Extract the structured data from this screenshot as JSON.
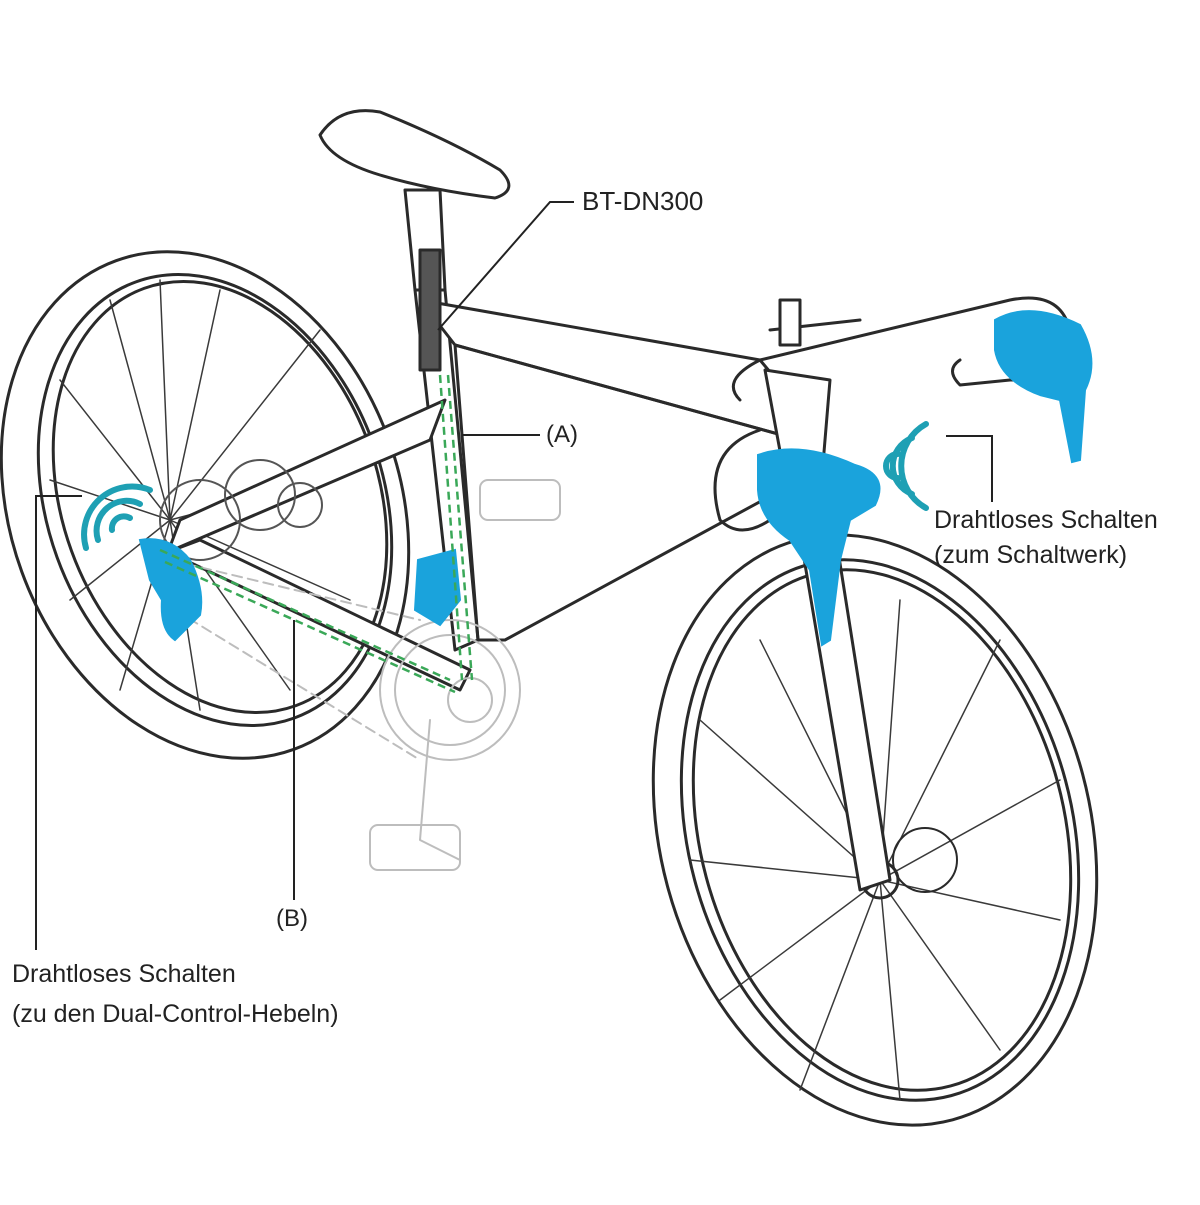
{
  "labels": {
    "bt_dn300": "BT-DN300",
    "a": "(A)",
    "b": "(B)",
    "wireless_right_line1": "Drahtloses Schalten",
    "wireless_right_line2": "(zum Schaltwerk)",
    "wireless_left_line1": "Drahtloses Schalten",
    "wireless_left_line2": "(zu den Dual-Control-Hebeln)"
  },
  "colors": {
    "line_art": "#2a2a2a",
    "light_line": "#bdbdbd",
    "highlight_blue": "#1aa3dc",
    "wireless_teal": "#1ea0b4",
    "wire_green": "#3aa858"
  },
  "icons": {
    "wireless_right": "wireless-signal-icon",
    "wireless_left": "wireless-signal-icon"
  }
}
